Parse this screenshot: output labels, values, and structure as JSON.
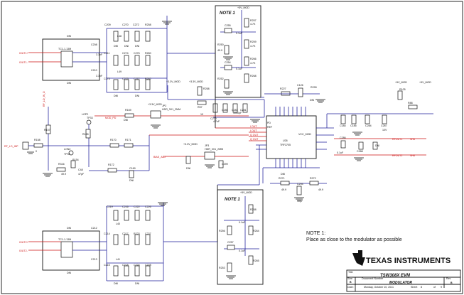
{
  "notes": {
    "note1_top_title": "NOTE 1",
    "note1_bottom_title": "NOTE 1",
    "note_text_title": "NOTE 1:",
    "note_text_body": "Place as close to the modulator as possible"
  },
  "nets": {
    "rf_in": "RF_LO_INP",
    "iout1_p": "IOUT1+",
    "iout1_n": "IOUT1-",
    "iout2_p": "IOUT2+",
    "iout2_n": "IOUT2-",
    "mod_pd": "MOD_PD",
    "bias_adj": "BIAS_ADJ",
    "rfout1": "RFOUT1",
    "rfout2": "RFOUT2",
    "v33_mod": "+3.3V_MOD",
    "v5_mod": "+5V_MOD"
  },
  "parts": {
    "transformer_top": "TC1-1-13M",
    "transformer_bottom": "TC1-1-13M",
    "modulator_ref": "U26",
    "modulator_name": "TRF3705",
    "jumper1": "HDR_3X1_2MM",
    "jumper2": "HDR_3X1_2MM",
    "testpoint": "TP33"
  },
  "logo": {
    "brand": "TEXAS INSTRUMENTS"
  },
  "title_block": {
    "title_label": "Title",
    "title_value": "TSW308X EVM",
    "doc_label": "Document Number",
    "doc_value": "MODULATOR",
    "size_label": "Size",
    "size_value": "B",
    "rev_label": "Rev",
    "rev_value": "B",
    "date_label": "Date:",
    "date_value": "Monday, October 10, 2011",
    "sheet_label": "Sheet",
    "sheet_value": "8",
    "of_label": "of",
    "of_value": "9"
  }
}
